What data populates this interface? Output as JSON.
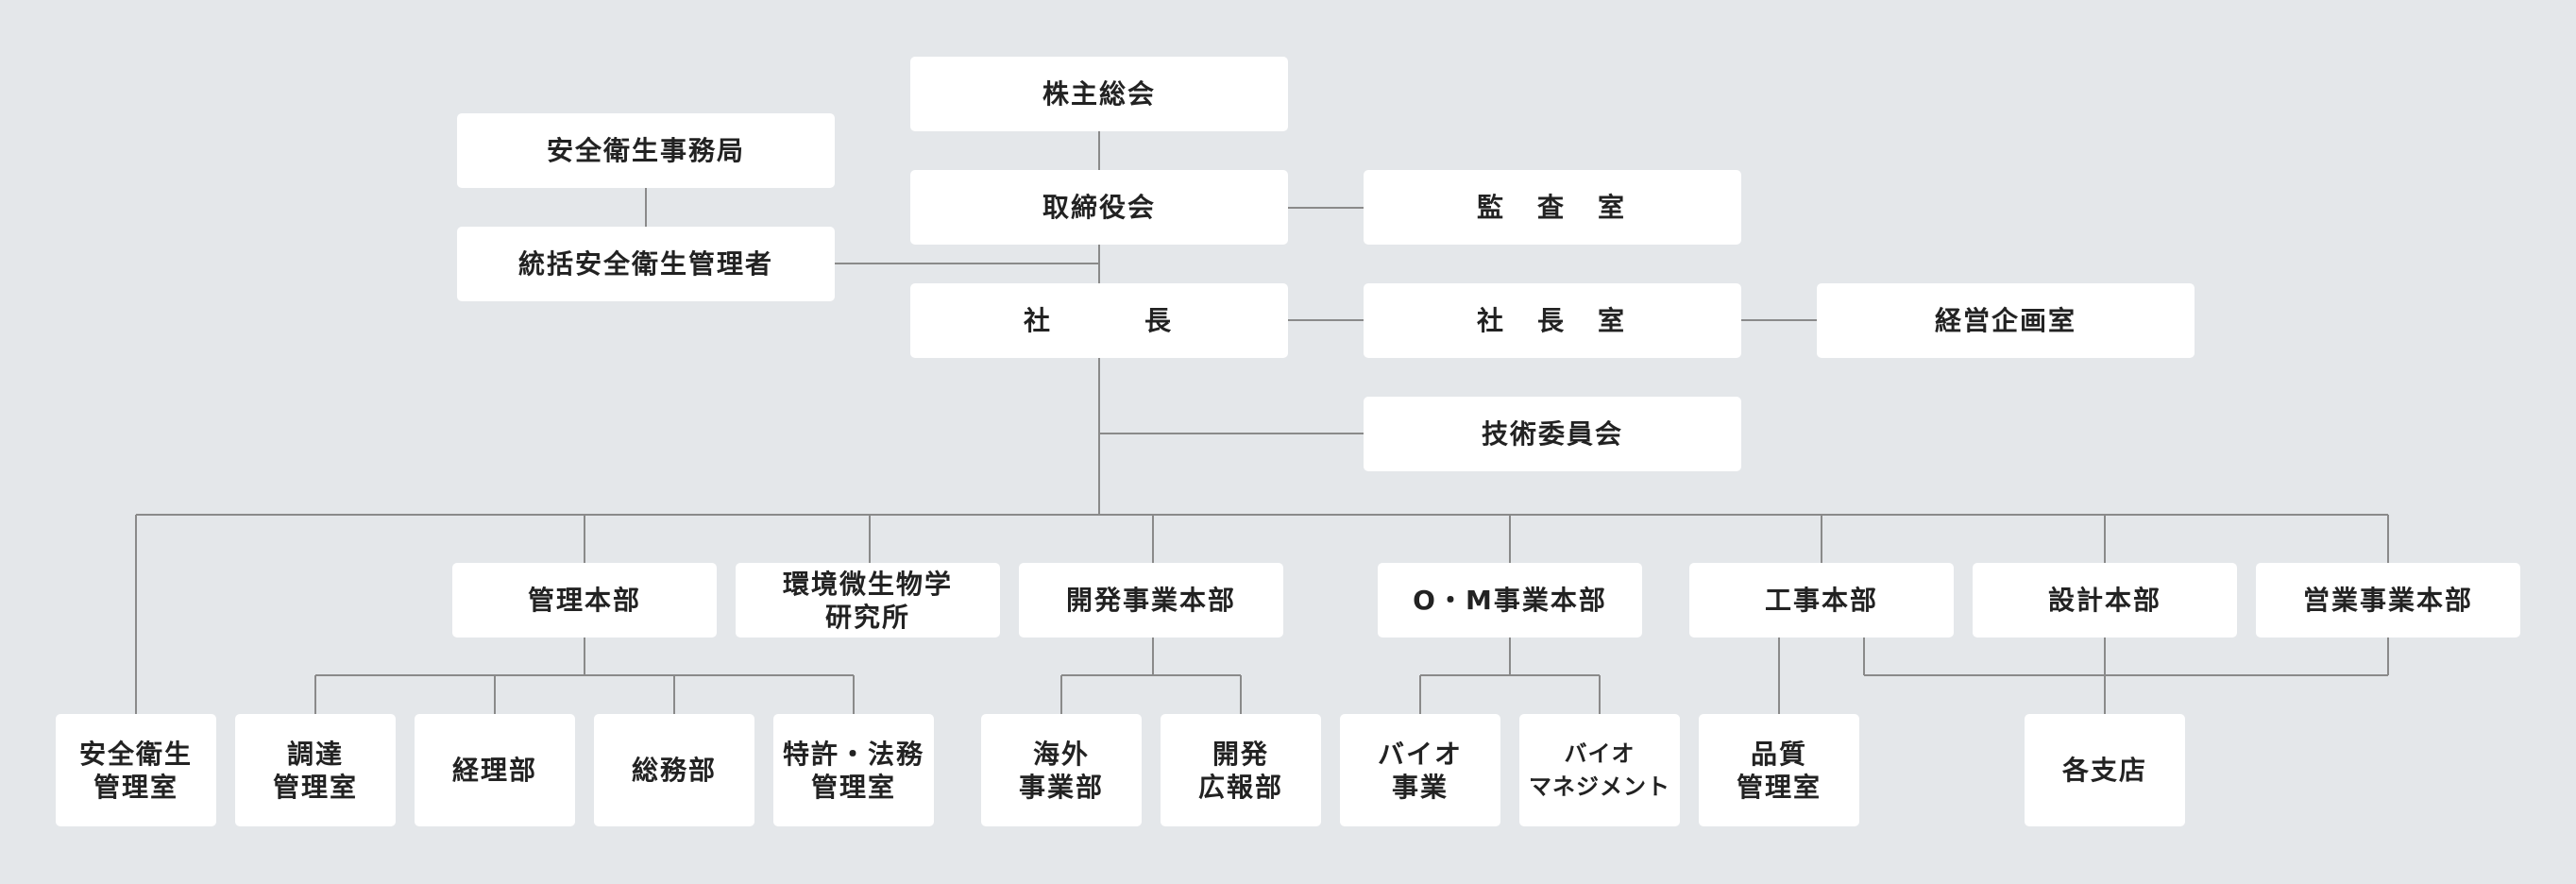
{
  "org": {
    "shareholders": "株主総会",
    "board": "取締役会",
    "audit": "監　査　室",
    "president": "社　　　長",
    "president_office": "社　長　室",
    "management_planning": "経営企画室",
    "safety_secretariat": "安全衛生事務局",
    "general_safety_manager": "統括安全衛生管理者",
    "tech_committee": "技術委員会",
    "divisions": {
      "admin": "管理本部",
      "env_micro": "環境微生物学\n研究所",
      "dev_business": "開発事業本部",
      "om_business": "O・M事業本部",
      "construction": "工事本部",
      "design": "設計本部",
      "sales": "営業事業本部"
    },
    "sections": {
      "safety_office": "安全衛生\n管理室",
      "procurement": "調達\n管理室",
      "accounting": "経理部",
      "general_affairs": "総務部",
      "patent_legal": "特許・法務\n管理室",
      "overseas": "海外\n事業部",
      "dev_pr": "開発\n広報部",
      "bio_business": "バイオ\n事業",
      "bio_management": "バイオ\nマネジメント",
      "quality": "品質\n管理室",
      "branches": "各支店"
    }
  },
  "colors": {
    "background": "#e4e7ea",
    "box": "#ffffff",
    "line": "#8a8a8a",
    "text": "#222222"
  }
}
